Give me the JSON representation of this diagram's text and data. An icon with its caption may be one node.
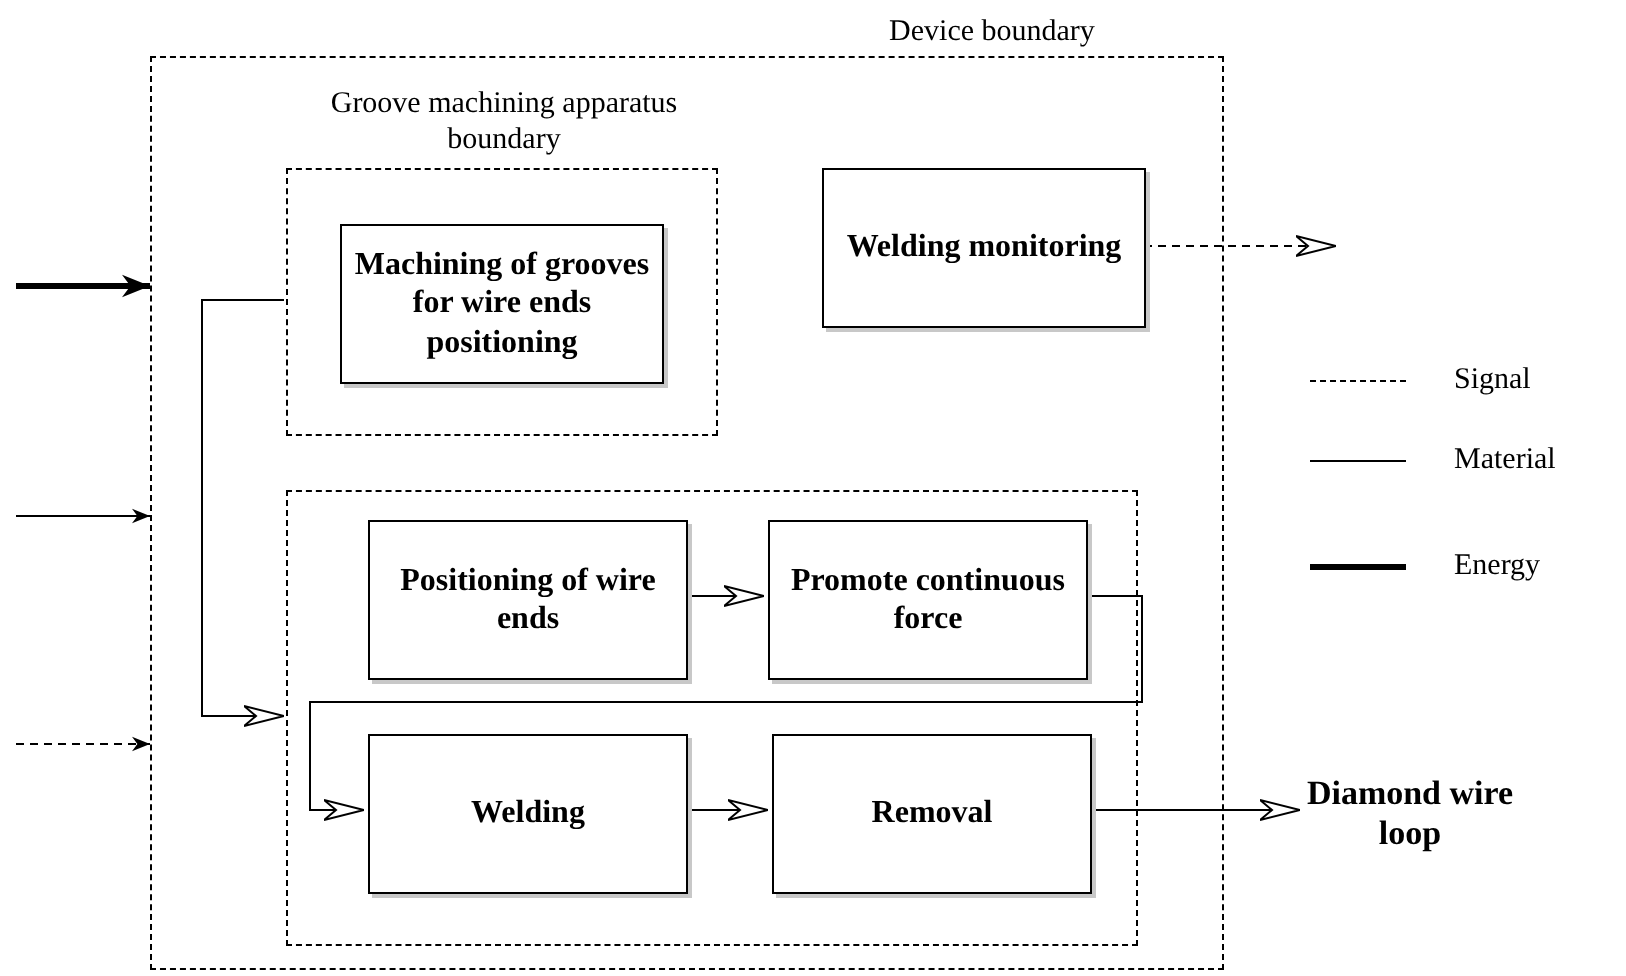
{
  "diagram": {
    "nodes": [
      {
        "text": [
          "Device boundary"
        ]
      },
      {
        "text": [
          "Groove machining apparatus boundary"
        ],
        "in": 0
      },
      {
        "text": [
          "Machining of grooves for wire ends positioning"
        ],
        "in": 1
      },
      {
        "text": [
          "Welding monitoring"
        ],
        "in": 0
      },
      {
        "text": [],
        "shape": "box",
        "in": 0
      },
      {
        "text": [
          "Positioning of wire ends"
        ],
        "in": 4
      },
      {
        "text": [
          "Promote continuous force"
        ],
        "in": 4
      },
      {
        "text": [
          "Welding"
        ],
        "in": 4
      },
      {
        "text": [
          "Removal"
        ],
        "in": 4
      },
      {
        "text": [
          "Diamond wire loop"
        ]
      }
    ],
    "edges": [
      {
        "from": null,
        "to": 0,
        "arrow": "to",
        "style": "thick"
      },
      {
        "from": null,
        "to": 0,
        "arrow": "to"
      },
      {
        "from": null,
        "to": 0,
        "arrow": "to",
        "style": "dashed"
      },
      {
        "from": 1,
        "to": 4,
        "arrow": "to"
      },
      {
        "from": 5,
        "to": 6,
        "arrow": "to"
      },
      {
        "from": 6,
        "to": 7,
        "arrow": "to"
      },
      {
        "from": 7,
        "to": 8,
        "arrow": "to"
      },
      {
        "from": 8,
        "to": 9,
        "arrow": "to"
      },
      {
        "from": 3,
        "to": null,
        "arrow": "to",
        "style": "dashed"
      }
    ],
    "legend": [
      {
        "text": "Signal"
      },
      {
        "text": "Material"
      },
      {
        "text": "Energy"
      }
    ]
  }
}
